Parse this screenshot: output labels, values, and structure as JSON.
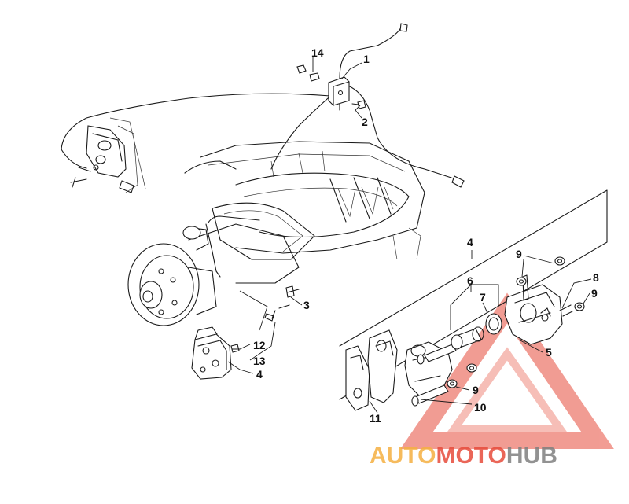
{
  "diagram": {
    "part_labels": [
      {
        "id": "label-1",
        "text": "1"
      },
      {
        "id": "label-2",
        "text": "2"
      },
      {
        "id": "label-3",
        "text": "3"
      },
      {
        "id": "label-4-top",
        "text": "4"
      },
      {
        "id": "label-4-caliper",
        "text": "4"
      },
      {
        "id": "label-5",
        "text": "5"
      },
      {
        "id": "label-6",
        "text": "6"
      },
      {
        "id": "label-7",
        "text": "7"
      },
      {
        "id": "label-8",
        "text": "8"
      },
      {
        "id": "label-9-a",
        "text": "9"
      },
      {
        "id": "label-9-b",
        "text": "9"
      },
      {
        "id": "label-9-c",
        "text": "9"
      },
      {
        "id": "label-10",
        "text": "10"
      },
      {
        "id": "label-11",
        "text": "11"
      },
      {
        "id": "label-12",
        "text": "12"
      },
      {
        "id": "label-13",
        "text": "13"
      },
      {
        "id": "label-14",
        "text": "14"
      }
    ]
  },
  "watermark": {
    "part1": "AUTO",
    "part2": "MOTO",
    "part3": "HUB",
    "color_orange": "#f5b041",
    "color_red": "#e74c3c",
    "color_gray": "#7f7f7f"
  }
}
